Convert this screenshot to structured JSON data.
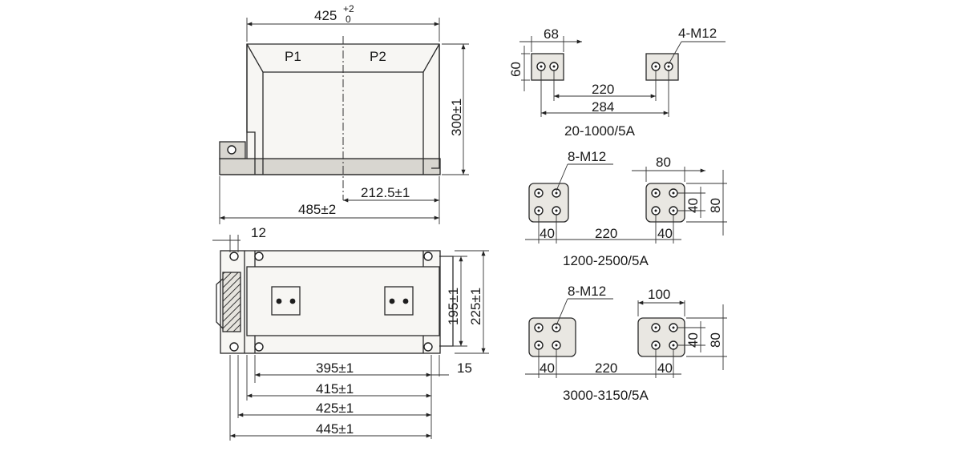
{
  "front_view": {
    "width_top": "425",
    "tol_upper": "+2",
    "tol_lower": "0",
    "terminal_p1": "P1",
    "terminal_p2": "P2",
    "height": "300±1",
    "half_span": "212.5±1",
    "base_length": "485±2"
  },
  "plan_view": {
    "offset": "12",
    "inner_height": "195±1",
    "outer_height": "225±1",
    "edge_gap": "15",
    "dim_1": "395±1",
    "dim_2": "415±1",
    "dim_3": "425±1",
    "dim_4": "445±1"
  },
  "terminal_a": {
    "pad_width": "68",
    "pad_height": "60",
    "bolts": "4-M12",
    "inner_spacing": "220",
    "outer_spacing": "284",
    "rating": "20-1000/5A"
  },
  "terminal_b": {
    "bolts": "8-M12",
    "pad_width": "80",
    "bolt_pitch_v": "40",
    "pad_height": "80",
    "bolt_pitch_left": "40",
    "spacing": "220",
    "bolt_pitch_right": "40",
    "rating": "1200-2500/5A"
  },
  "terminal_c": {
    "bolts": "8-M12",
    "pad_width": "100",
    "bolt_pitch_v": "40",
    "pad_height": "80",
    "bolt_pitch_left": "40",
    "spacing": "220",
    "bolt_pitch_right": "40",
    "rating": "3000-3150/5A"
  }
}
